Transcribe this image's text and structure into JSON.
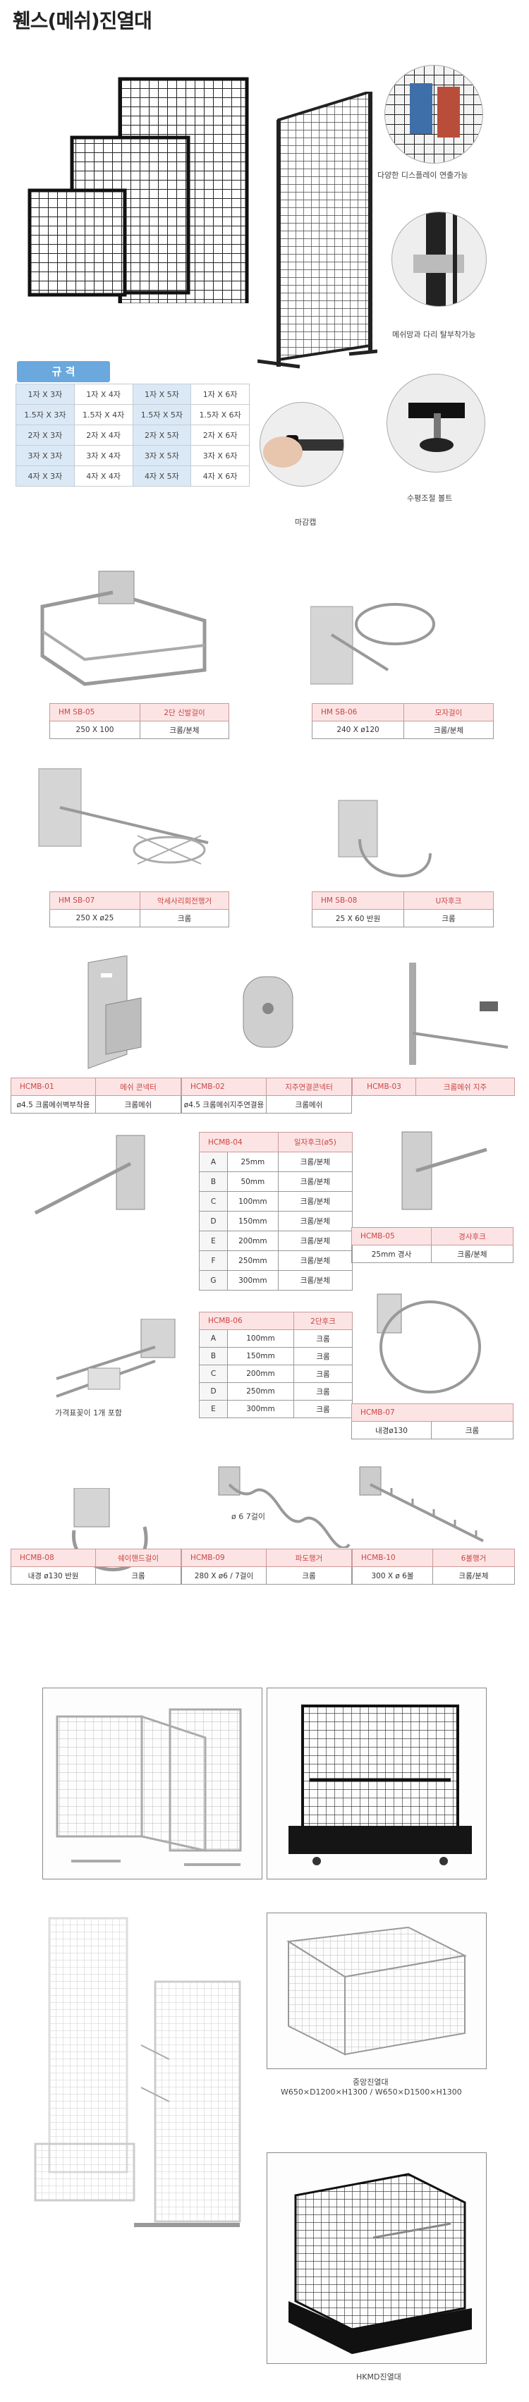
{
  "title": "휀스(메쉬)진열대",
  "feature_labels": [
    "다양한 디스플레이 연출가능",
    "메쉬망과 다리 탈부착가능",
    "수평조절 볼트",
    "마감캡"
  ],
  "spec": {
    "header": "규 격",
    "rows": [
      [
        "1자 X 3자",
        "1자 X 4자",
        "1자 X 5자",
        "1자 X 6자"
      ],
      [
        "1.5자 X 3자",
        "1.5자 X 4자",
        "1.5자 X 5자",
        "1.5자 X 6자"
      ],
      [
        "2자 X 3자",
        "2자 X 4자",
        "2자 X 5자",
        "2자 X 6자"
      ],
      [
        "3자 X 3자",
        "3자 X 4자",
        "3자 X 5자",
        "3자 X 6자"
      ],
      [
        "4자 X 3자",
        "4자 X 4자",
        "4자 X 5자",
        "4자 X 6자"
      ]
    ]
  },
  "products": {
    "sb05": {
      "code": "HM SB-05",
      "name": "2단 신발걸이",
      "size": "250 X 100",
      "finish": "크롬/분체"
    },
    "sb06": {
      "code": "HM SB-06",
      "name": "모자걸이",
      "size": "240 X ø120",
      "finish": "크롬/분체"
    },
    "sb07": {
      "code": "HM SB-07",
      "name": "악세사리회전행거",
      "size": "250 X ø25",
      "finish": "크롬"
    },
    "sb08": {
      "code": "HM SB-08",
      "name": "U자후크",
      "size": "25 X 60 반원",
      "finish": "크롬"
    },
    "cmb01": {
      "code": "HCMB-01",
      "name": "메쉬 콘넥터",
      "size": "ø4.5 크롬메쉬벽부착용",
      "finish": "크롬메쉬"
    },
    "cmb02": {
      "code": "HCMB-02",
      "name": "지주연결콘넥터",
      "size": "ø4.5 크롬메쉬지주연결용",
      "finish": "크롬메쉬"
    },
    "cmb03": {
      "code": "HCMB-03",
      "name": "크롬메쉬 지주"
    },
    "cmb04": {
      "code": "HCMB-04",
      "name": "일자후크(ø5)",
      "rows": [
        [
          "A",
          "25mm",
          "크롬/분체"
        ],
        [
          "B",
          "50mm",
          "크롬/분체"
        ],
        [
          "C",
          "100mm",
          "크롬/분체"
        ],
        [
          "D",
          "150mm",
          "크롬/분체"
        ],
        [
          "E",
          "200mm",
          "크롬/분체"
        ],
        [
          "F",
          "250mm",
          "크롬/분체"
        ],
        [
          "G",
          "300mm",
          "크롬/분체"
        ]
      ]
    },
    "cmb05": {
      "code": "HCMB-05",
      "name": "경사후크",
      "size": "25mm 경사",
      "finish": "크롬/분체"
    },
    "cmb06": {
      "code": "HCMB-06",
      "name": "2단후크",
      "rows": [
        [
          "A",
          "100mm",
          "크롬"
        ],
        [
          "B",
          "150mm",
          "크롬"
        ],
        [
          "C",
          "200mm",
          "크롬"
        ],
        [
          "D",
          "250mm",
          "크롬"
        ],
        [
          "E",
          "300mm",
          "크롬"
        ]
      ]
    },
    "cmb07": {
      "code": "HCMB-07",
      "size": "내경ø130",
      "finish": "크롬"
    },
    "cmb08": {
      "code": "HCMB-08",
      "name": "쉐이핸드걸이",
      "size": "내경 ø130 반원",
      "finish": "크롬"
    },
    "cmb09": {
      "code": "HCMB-09",
      "name": "파도행거",
      "size": "280 X ø6 / 7걸이",
      "finish": "크롬"
    },
    "cmb10": {
      "code": "HCMB-10",
      "name": "6볼행거",
      "size": "300 X ø 6볼",
      "finish": "크롬/분체"
    }
  },
  "notes": {
    "price_tag": "가격표꽂이 1개 포함",
    "wave_note": "ø 6  7걸이"
  },
  "gallery": {
    "center_caption": "중앙진열대",
    "center_dims": "W650×D1200×H1300 / W650×D1500×H1300",
    "hkmd_caption": "HKMD진열대"
  }
}
